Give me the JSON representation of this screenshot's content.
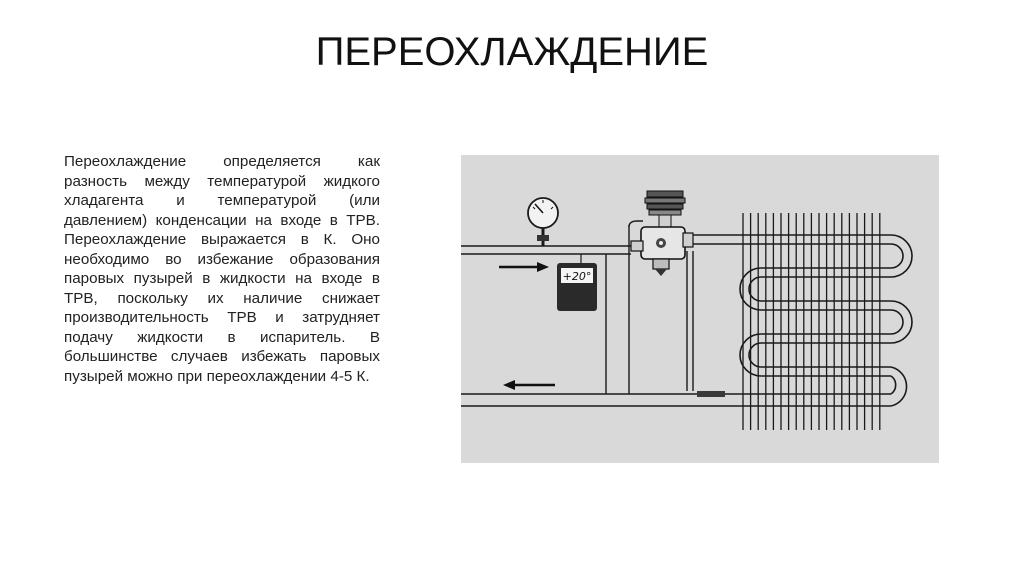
{
  "slide": {
    "title": "ПЕРЕОХЛАЖДЕНИЕ",
    "paragraph": "Переохлаждение определяется как разность между температурой жидкого хладагента и температурой (или давлением) конденсации на входе в ТРВ. Переохлаждение выражается в К. Оно необходимо во избежание образования паровых пузырей в жидкости на входе в ТРВ, поскольку их наличие снижает производительность ТРВ и затрудняет подачу жидкости в испаритель. В большинстве случаев избежать паровых пузырей можно при переохлаждении 4-5 К."
  },
  "diagram": {
    "background_color": "#d9d9d9",
    "thermometer_display": "+20°",
    "icons": {
      "gauge": "pressure-gauge-icon",
      "thermometer": "digital-thermometer-icon",
      "valve": "expansion-valve-icon",
      "evaporator": "evaporator-coil-icon"
    }
  }
}
